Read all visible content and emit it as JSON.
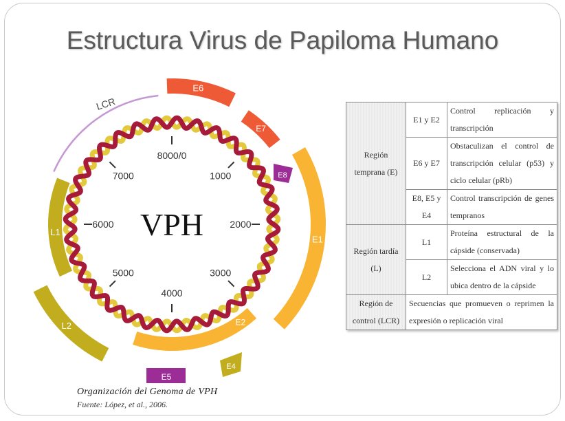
{
  "slide": {
    "title": "Estructura Virus de Papiloma Humano"
  },
  "diagram": {
    "center_label": "VPH",
    "position_labels": [
      "8000/0",
      "1000",
      "2000",
      "3000",
      "4000",
      "5000",
      "6000",
      "7000"
    ],
    "segments": {
      "LCR": "LCR",
      "E6": "E6",
      "E7": "E7",
      "E8": "E8",
      "E1": "E1",
      "E2": "E2",
      "E4": "E4",
      "E5": "E5",
      "L2": "L2",
      "L1": "L1"
    },
    "colors": {
      "helix_red": "#a61a3a",
      "helix_yellow": "#e2c93d",
      "early_orange": "#ee5a35",
      "early_amber": "#f8b432",
      "late_olive": "#c1ad1d",
      "purple": "#9c2d97",
      "lcr_lavender": "#c598d4"
    }
  },
  "caption": {
    "line1": "Organización del Genoma de VPH",
    "line2": "Fuente: López, et al., 2006."
  },
  "table": {
    "regions": [
      {
        "label": "Región temprana (E)",
        "rows": [
          {
            "gene": "E1 y E2",
            "description": "Control replicación y transcripción"
          },
          {
            "gene": "E6 y E7",
            "description": "Obstaculizan el control de transcripción celular (p53) y ciclo celular (pRb)"
          },
          {
            "gene": "E8, E5 y E4",
            "description": "Control transcripción de genes tempranos"
          }
        ]
      },
      {
        "label": "Región tardía (L)",
        "rows": [
          {
            "gene": "L1",
            "description": "Proteína estructural de la cápside (conservada)"
          },
          {
            "gene": "L2",
            "description": "Selecciona el ADN viral y lo ubica dentro de la cápside"
          }
        ]
      },
      {
        "label": "Región de control (LCR)",
        "description": "Secuencias que promueven o reprimen la expresión o replicación viral"
      }
    ]
  }
}
